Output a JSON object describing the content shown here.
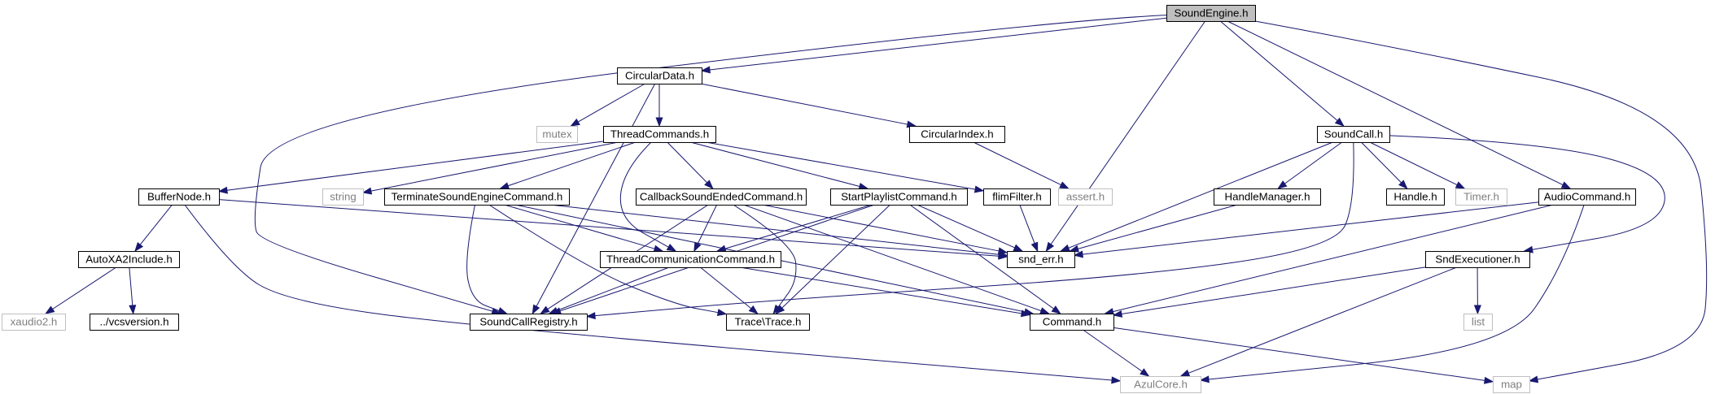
{
  "title": "",
  "colors": {
    "edge": "#191970",
    "project_border": "#000000",
    "external_border": "#bfbfbf",
    "external_text": "#7f7f7f",
    "root_fill": "#bfbfbf",
    "text": "#000000"
  },
  "nodes": [
    {
      "id": "sound-engine-h",
      "label": "SoundEngine.h",
      "kind": "root"
    },
    {
      "id": "circular-data-h",
      "label": "CircularData.h",
      "kind": "project"
    },
    {
      "id": "mutex",
      "label": "mutex",
      "kind": "external"
    },
    {
      "id": "thread-commands-h",
      "label": "ThreadCommands.h",
      "kind": "project"
    },
    {
      "id": "circular-index-h",
      "label": "CircularIndex.h",
      "kind": "project"
    },
    {
      "id": "sound-call-h",
      "label": "SoundCall.h",
      "kind": "project"
    },
    {
      "id": "buffer-node-h",
      "label": "BufferNode.h",
      "kind": "project"
    },
    {
      "id": "string",
      "label": "string",
      "kind": "external"
    },
    {
      "id": "terminate-sound-engine-command-h",
      "label": "TerminateSoundEngineCommand.h",
      "kind": "project"
    },
    {
      "id": "callback-sound-ended-command-h",
      "label": "CallbackSoundEndedCommand.h",
      "kind": "project"
    },
    {
      "id": "start-playlist-command-h",
      "label": "StartPlaylistCommand.h",
      "kind": "project"
    },
    {
      "id": "flim-filter-h",
      "label": "flimFilter.h",
      "kind": "project"
    },
    {
      "id": "assert-h",
      "label": "assert.h",
      "kind": "external"
    },
    {
      "id": "handle-manager-h",
      "label": "HandleManager.h",
      "kind": "project"
    },
    {
      "id": "handle-h",
      "label": "Handle.h",
      "kind": "project"
    },
    {
      "id": "timer-h",
      "label": "Timer.h",
      "kind": "external"
    },
    {
      "id": "audio-command-h",
      "label": "AudioCommand.h",
      "kind": "project"
    },
    {
      "id": "auto-xa2-include-h",
      "label": "AutoXA2Include.h",
      "kind": "project"
    },
    {
      "id": "thread-communication-command-h",
      "label": "ThreadCommunicationCommand.h",
      "kind": "project"
    },
    {
      "id": "snd-err-h",
      "label": "snd_err.h",
      "kind": "project"
    },
    {
      "id": "snd-executioner-h",
      "label": "SndExecutioner.h",
      "kind": "project"
    },
    {
      "id": "xaudio2-h",
      "label": "xaudio2.h",
      "kind": "external"
    },
    {
      "id": "vcs-version-h",
      "label": "../vcsversion.h",
      "kind": "project"
    },
    {
      "id": "sound-call-registry-h",
      "label": "SoundCallRegistry.h",
      "kind": "project"
    },
    {
      "id": "trace-h",
      "label": "Trace\\Trace.h",
      "kind": "project"
    },
    {
      "id": "command-h",
      "label": "Command.h",
      "kind": "project"
    },
    {
      "id": "list",
      "label": "list",
      "kind": "external"
    },
    {
      "id": "azul-core-h",
      "label": "AzulCore.h",
      "kind": "external"
    },
    {
      "id": "map",
      "label": "map",
      "kind": "external"
    }
  ],
  "edges": [
    [
      "sound-engine-h",
      "circular-data-h"
    ],
    [
      "sound-engine-h",
      "sound-call-registry-h"
    ],
    [
      "sound-engine-h",
      "snd-err-h"
    ],
    [
      "sound-engine-h",
      "sound-call-h"
    ],
    [
      "sound-engine-h",
      "audio-command-h"
    ],
    [
      "sound-engine-h",
      "map"
    ],
    [
      "circular-data-h",
      "mutex"
    ],
    [
      "circular-data-h",
      "thread-commands-h"
    ],
    [
      "circular-data-h",
      "circular-index-h"
    ],
    [
      "circular-data-h",
      "sound-call-registry-h"
    ],
    [
      "circular-index-h",
      "assert-h"
    ],
    [
      "thread-commands-h",
      "buffer-node-h"
    ],
    [
      "thread-commands-h",
      "string"
    ],
    [
      "thread-commands-h",
      "terminate-sound-engine-command-h"
    ],
    [
      "thread-commands-h",
      "callback-sound-ended-command-h"
    ],
    [
      "thread-commands-h",
      "start-playlist-command-h"
    ],
    [
      "thread-commands-h",
      "flim-filter-h"
    ],
    [
      "thread-commands-h",
      "thread-communication-command-h"
    ],
    [
      "buffer-node-h",
      "auto-xa2-include-h"
    ],
    [
      "buffer-node-h",
      "snd-err-h"
    ],
    [
      "buffer-node-h",
      "azul-core-h"
    ],
    [
      "auto-xa2-include-h",
      "xaudio2-h"
    ],
    [
      "auto-xa2-include-h",
      "vcs-version-h"
    ],
    [
      "terminate-sound-engine-command-h",
      "thread-communication-command-h"
    ],
    [
      "terminate-sound-engine-command-h",
      "sound-call-registry-h"
    ],
    [
      "terminate-sound-engine-command-h",
      "trace-h"
    ],
    [
      "terminate-sound-engine-command-h",
      "snd-err-h"
    ],
    [
      "terminate-sound-engine-command-h",
      "command-h"
    ],
    [
      "callback-sound-ended-command-h",
      "thread-communication-command-h"
    ],
    [
      "callback-sound-ended-command-h",
      "sound-call-registry-h"
    ],
    [
      "callback-sound-ended-command-h",
      "trace-h"
    ],
    [
      "callback-sound-ended-command-h",
      "snd-err-h"
    ],
    [
      "callback-sound-ended-command-h",
      "command-h"
    ],
    [
      "start-playlist-command-h",
      "thread-communication-command-h"
    ],
    [
      "start-playlist-command-h",
      "sound-call-registry-h"
    ],
    [
      "start-playlist-command-h",
      "trace-h"
    ],
    [
      "start-playlist-command-h",
      "snd-err-h"
    ],
    [
      "start-playlist-command-h",
      "command-h"
    ],
    [
      "flim-filter-h",
      "snd-err-h"
    ],
    [
      "thread-communication-command-h",
      "sound-call-registry-h"
    ],
    [
      "thread-communication-command-h",
      "trace-h"
    ],
    [
      "thread-communication-command-h",
      "command-h"
    ],
    [
      "sound-call-h",
      "handle-manager-h"
    ],
    [
      "sound-call-h",
      "handle-h"
    ],
    [
      "sound-call-h",
      "timer-h"
    ],
    [
      "sound-call-h",
      "snd-err-h"
    ],
    [
      "sound-call-h",
      "sound-call-registry-h"
    ],
    [
      "sound-call-h",
      "snd-executioner-h"
    ],
    [
      "handle-manager-h",
      "snd-err-h"
    ],
    [
      "audio-command-h",
      "snd-err-h"
    ],
    [
      "audio-command-h",
      "command-h"
    ],
    [
      "audio-command-h",
      "azul-core-h"
    ],
    [
      "snd-executioner-h",
      "list"
    ],
    [
      "snd-executioner-h",
      "command-h"
    ],
    [
      "snd-executioner-h",
      "azul-core-h"
    ],
    [
      "command-h",
      "azul-core-h"
    ],
    [
      "command-h",
      "map"
    ]
  ]
}
